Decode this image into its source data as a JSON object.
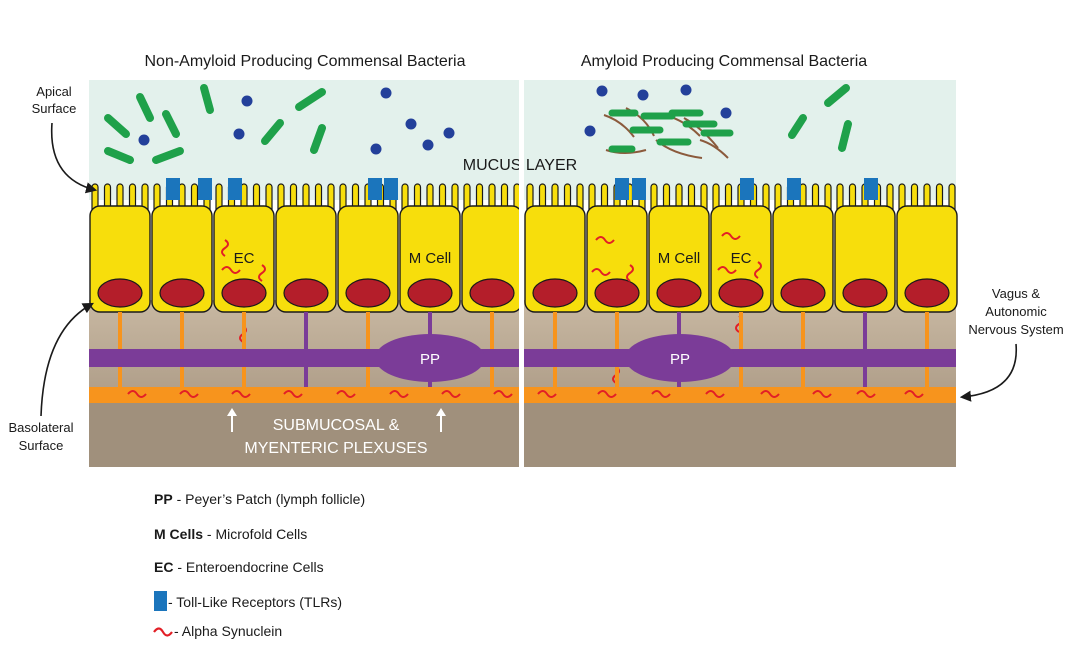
{
  "panels": {
    "left_title": "Non-Amyloid Producing Commensal Bacteria",
    "right_title": "Amyloid Producing Commensal Bacteria"
  },
  "labels": {
    "apical_line1": "Apical",
    "apical_line2": "Surface",
    "basolateral_line1": "Basolateral",
    "basolateral_line2": "Surface",
    "vagus_line1": "Vagus &",
    "vagus_line2": "Autonomic",
    "vagus_line3": "Nervous System",
    "mucus_layer": "MUCUS LAYER",
    "plexus_line1": "SUBMUCOSAL &",
    "plexus_line2": "MYENTERIC PLEXUSES",
    "pp": "PP",
    "m_cell": "M Cell",
    "ec": "EC"
  },
  "legend": [
    {
      "key": "PP",
      "text": " - Peyer’s Patch (lymph follicle)"
    },
    {
      "key": "M Cells",
      "text": " - Microfold Cells"
    },
    {
      "key": "EC",
      "text": " - Enteroendocrine Cells"
    },
    {
      "key": "",
      "text": " - Toll-Like Receptors (TLRs)"
    },
    {
      "key": "",
      "text": " - Alpha Synuclein"
    }
  ],
  "colors": {
    "mucus": "#e3f1ec",
    "cell_fill": "#f7de0c",
    "nucleus": "#b41e2a",
    "nerve_orange": "#f7941d",
    "pp_purple": "#7b3c98",
    "tlr_blue": "#1b75bc",
    "bacteria_green": "#1fa14a",
    "coccus_blue": "#23409a",
    "synuclein_red": "#e21f26",
    "amyloid_fiber": "#8b5a3c"
  }
}
